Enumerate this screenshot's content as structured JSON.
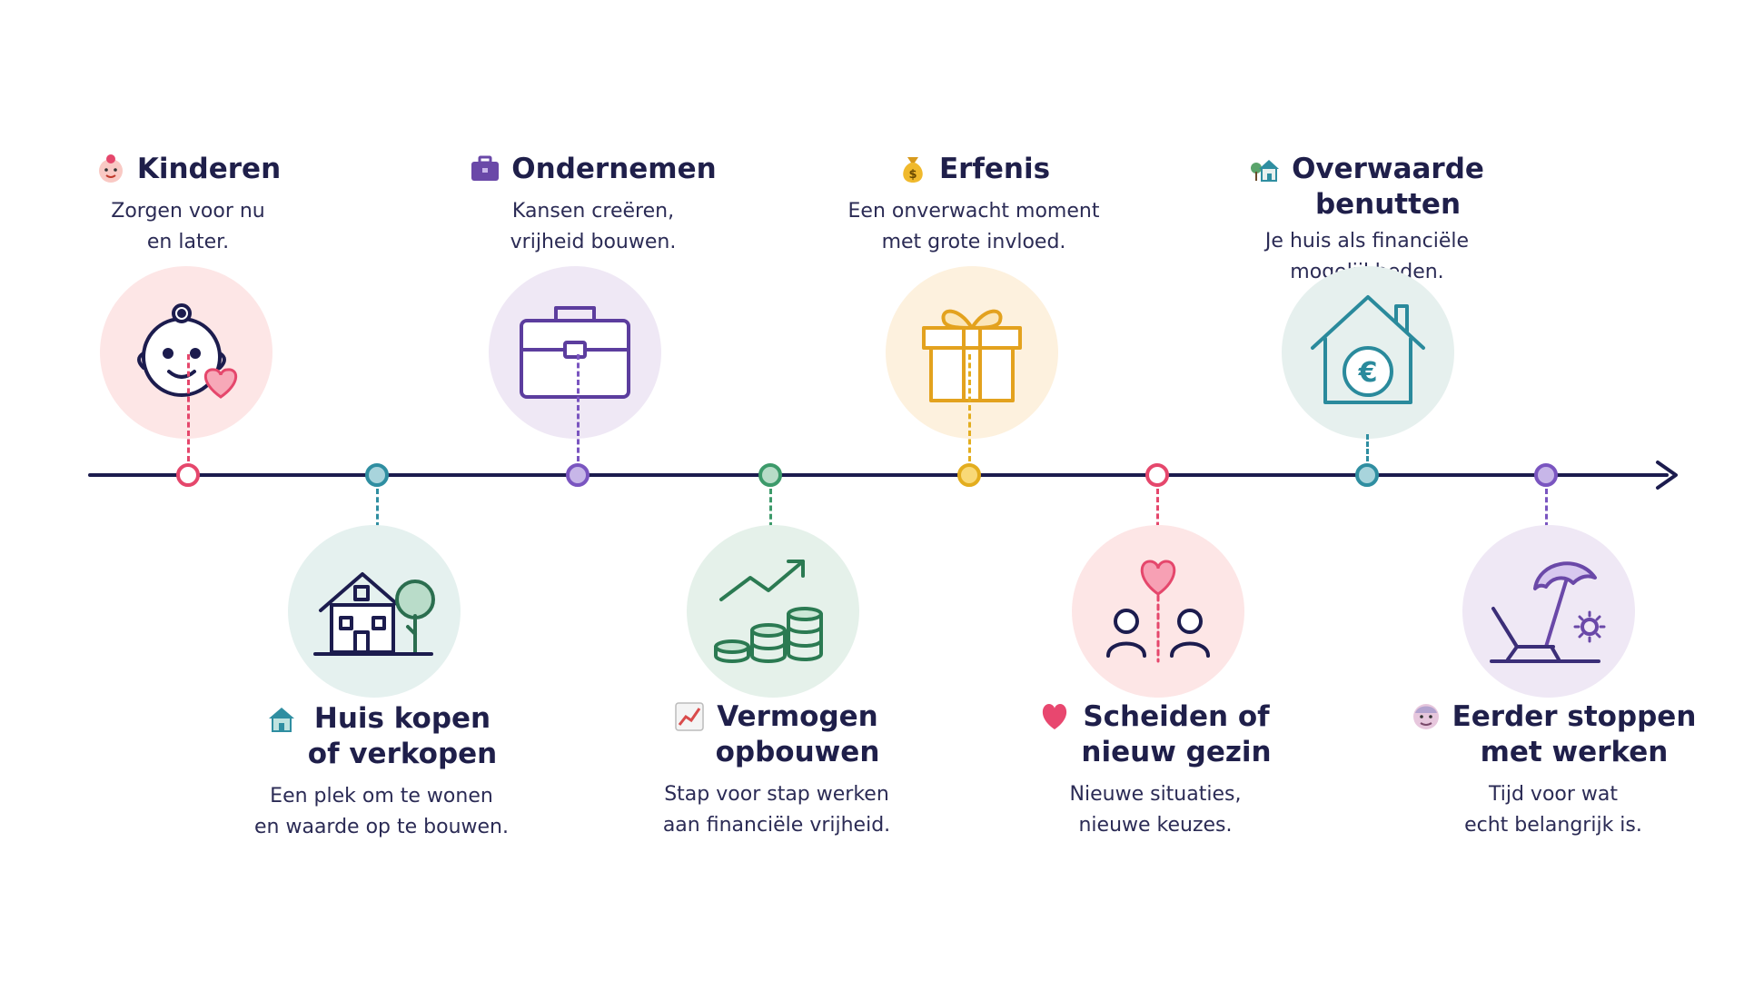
{
  "colors": {
    "line": "#1c1c4e",
    "pink": "#e5476c",
    "teal": "#2f8ea1",
    "purple": "#7a55c0",
    "green": "#3c9a6a",
    "yellow": "#e3ad1e"
  },
  "milestones": [
    {
      "title": [
        "Kinderen"
      ],
      "desc": [
        "Zorgen voor nu",
        "en later."
      ],
      "icon": "baby-icon",
      "emoji": "baby-emoji"
    },
    {
      "title": [
        "Huis kopen",
        "of verkopen"
      ],
      "desc": [
        "Een plek om te wonen",
        "en waarde op te bouwen."
      ],
      "icon": "house-tree-icon",
      "emoji": "house-emoji"
    },
    {
      "title": [
        "Ondernemen"
      ],
      "desc": [
        "Kansen creëren,",
        "vrijheid bouwen."
      ],
      "icon": "briefcase-icon",
      "emoji": "briefcase-emoji"
    },
    {
      "title": [
        "Vermogen",
        "opbouwen"
      ],
      "desc": [
        "Stap voor stap werken",
        "aan financiële vrijheid."
      ],
      "icon": "coins-growth-icon",
      "emoji": "chart-emoji"
    },
    {
      "title": [
        "Erfenis"
      ],
      "desc": [
        "Een onverwacht moment",
        "met grote invloed."
      ],
      "icon": "gift-icon",
      "emoji": "money-bag-emoji"
    },
    {
      "title": [
        "Scheiden of",
        "nieuw gezin"
      ],
      "desc": [
        "Nieuwe situaties,",
        "nieuwe keuzes."
      ],
      "icon": "two-people-heart-icon",
      "emoji": "heart-emoji"
    },
    {
      "title": [
        "Overwaarde",
        "benutten"
      ],
      "desc": [
        "Je huis als financiële",
        "mogelijkheden."
      ],
      "icon": "house-euro-icon",
      "emoji": "house-garden-emoji"
    },
    {
      "title": [
        "Eerder stoppen",
        "met werken"
      ],
      "desc": [
        "Tijd voor wat",
        "echt belangrijk is."
      ],
      "icon": "beach-chair-icon",
      "emoji": "older-person-emoji"
    }
  ]
}
